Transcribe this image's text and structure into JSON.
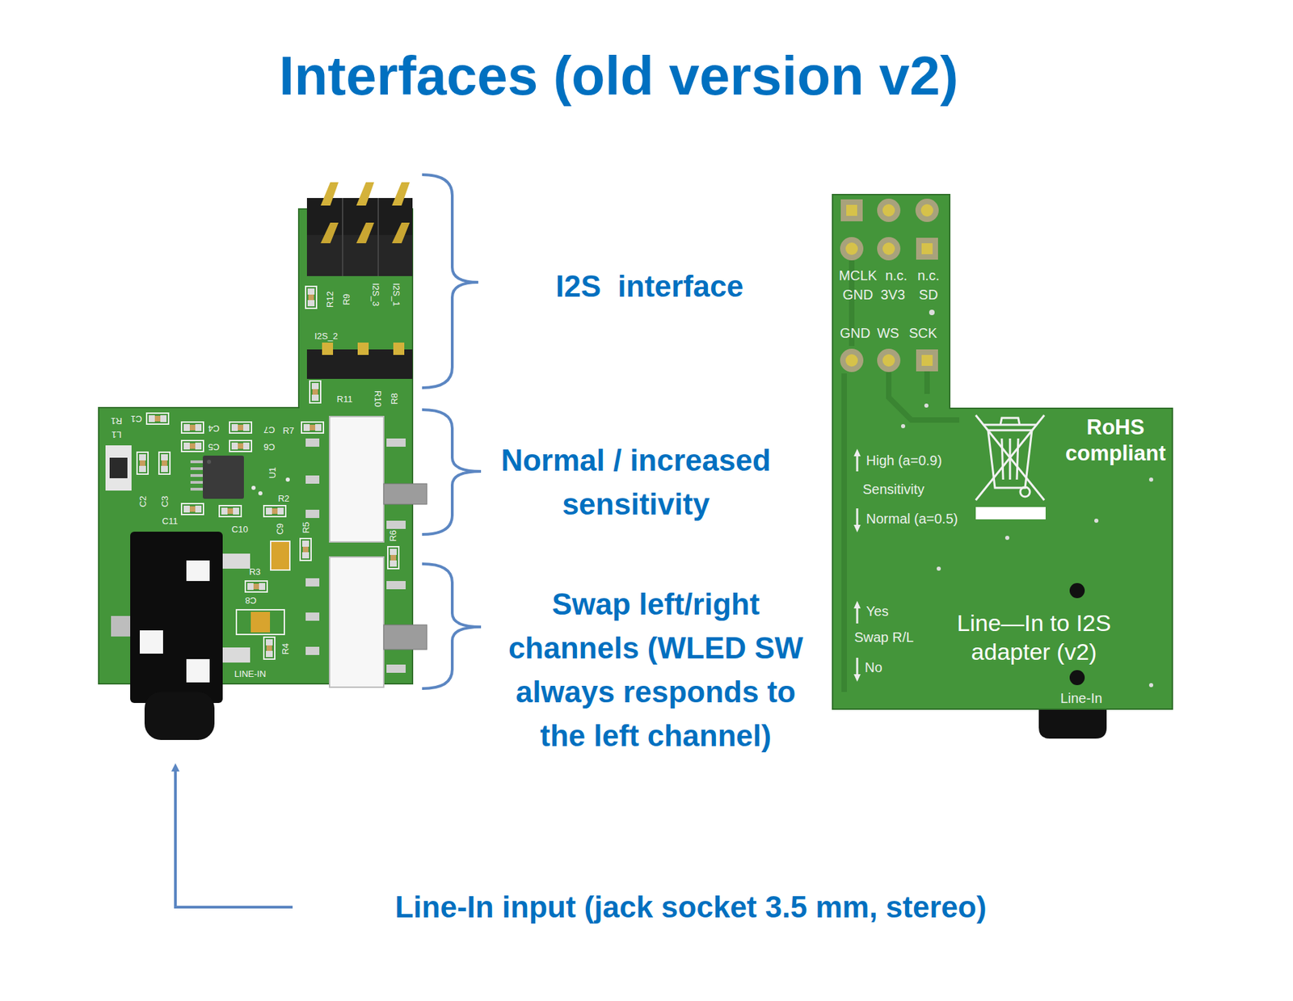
{
  "diagram": {
    "title": "Interfaces (old version v2)",
    "labels": [
      "I2S  interface",
      "Normal / increased sensitivity",
      "Swap left/right channels (WLED SW always responds to the left channel)",
      "Line-In input (jack socket 3.5 mm, stereo)",
      "R12",
      "R9",
      "I2S_3",
      "I2S_1",
      "I2S_2",
      "R11",
      "R10",
      "R8",
      "C1",
      "R1",
      "L1",
      "C4",
      "C5",
      "C7",
      "R7",
      "C6",
      "U1",
      "C2",
      "C3",
      "C11",
      "R2",
      "C10",
      "C9",
      "R5",
      "R6",
      "R3",
      "C8",
      "R4",
      "LINE-IN",
      "MCLK",
      "n.c.",
      "n.c.",
      "GND",
      "3V3",
      "SD",
      "GND",
      "WS",
      "SCK",
      "High (a=0.9)",
      "Sensitivity",
      "Normal (a=0.5)",
      "Yes",
      "Swap R/L",
      "No",
      "RoHS compliant",
      "Line—In to I2S adapter (v2)",
      "Line-In"
    ]
  }
}
